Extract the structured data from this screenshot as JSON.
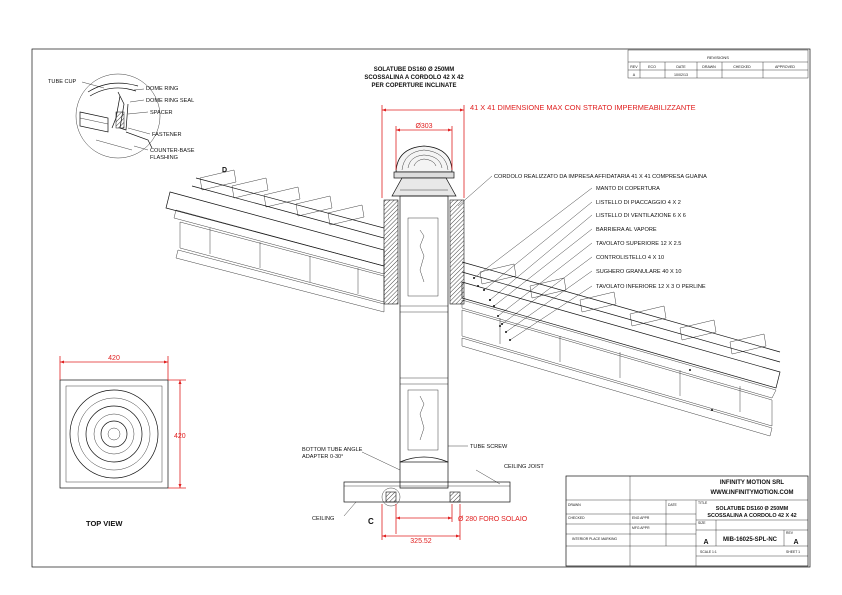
{
  "title": {
    "line1": "SOLATUBE DS160 Ø 250MM",
    "line2": "SCOSSALINA A CORDOLO 42 X 42",
    "line3": "PER COPERTURE INCLINATE"
  },
  "revisions": {
    "header": "REVISIONS",
    "columns": [
      "REV",
      "ECO",
      "DATE",
      "DRAWN",
      "CHECKED",
      "APPROVED"
    ],
    "row": [
      "A",
      "",
      "10/02/13",
      "",
      "",
      ""
    ]
  },
  "detail_labels": {
    "tube_cup": "TUBE CUP",
    "dome_ring": "DOME RING",
    "dome_ring_seal": "DOME RING SEAL",
    "spacer": "SPACER",
    "fastener": "FASTENER",
    "counter_base": "COUNTER-BASE",
    "flashing": "FLASHING",
    "callout_d": "D",
    "callout_c": "C"
  },
  "dimensions": {
    "max_dim": "41 X 41 DIMENSIONE MAX CON STRATO IMPERMEABILIZZANTE",
    "diameter_top": "Ø303",
    "ceiling_hole": "Ø 280 FORO SOLAIO",
    "bottom_width": "325.52",
    "top_view_width": "420",
    "top_view_height": "420"
  },
  "layers": [
    "CORDOLO REALIZZATO DA IMPRESA AFFIDATARIA 41 X 41 COMPRESA GUAINA",
    "MANTO DI COPERTURA",
    "LISTELLO DI PIACCAGGIO 4 X 2",
    "LISTELLO DI VENTILAZIONE 6 X 6",
    "BARRIERA AL VAPORE",
    "TAVOLATO SUPERIORE 12 X 2.5",
    "CONTROLISTELLO 4 X 10",
    "SUGHERO GRANULARE 40 X 10",
    "TAVOLATO INFERIORE 12 X 3 O PERLINE"
  ],
  "tube_labels": {
    "bottom_adapter_1": "BOTTOM TUBE ANGLE",
    "bottom_adapter_2": "ADAPTER 0-30°",
    "tube_screw": "TUBE SCREW",
    "ceiling_joist": "CEILING JOIST",
    "ceiling": "CEILING"
  },
  "top_view_label": "TOP VIEW",
  "title_block": {
    "company": "INFINITY MOTION SRL",
    "website": "WWW.INFINITYMOTION.COM",
    "drawing_title_1": "SOLATUBE DS160 Ø 250MM",
    "drawing_title_2": "SCOSSALINA A CORDOLO 42 X 42",
    "drawing_number": "MIB-16025-SPL-NC",
    "size_label": "SIZE",
    "size": "A",
    "rev_label": "REV",
    "rev": "A",
    "drawn_label": "DRAWN",
    "checked_label": "CHECKED",
    "eng_appr_label": "ENG APPR",
    "mfg_appr_label": "MFG APPR",
    "drawn_value": "",
    "checked_value": "",
    "eng_appr_value": "",
    "mfg_appr_value": "",
    "date_label": "DATE",
    "date_value": "",
    "title_label": "TITLE",
    "fine_print": "INTERIOR PLACE MARKING",
    "scale_label": "SCALE 1:1",
    "sheet_label": "SHEET 1"
  }
}
